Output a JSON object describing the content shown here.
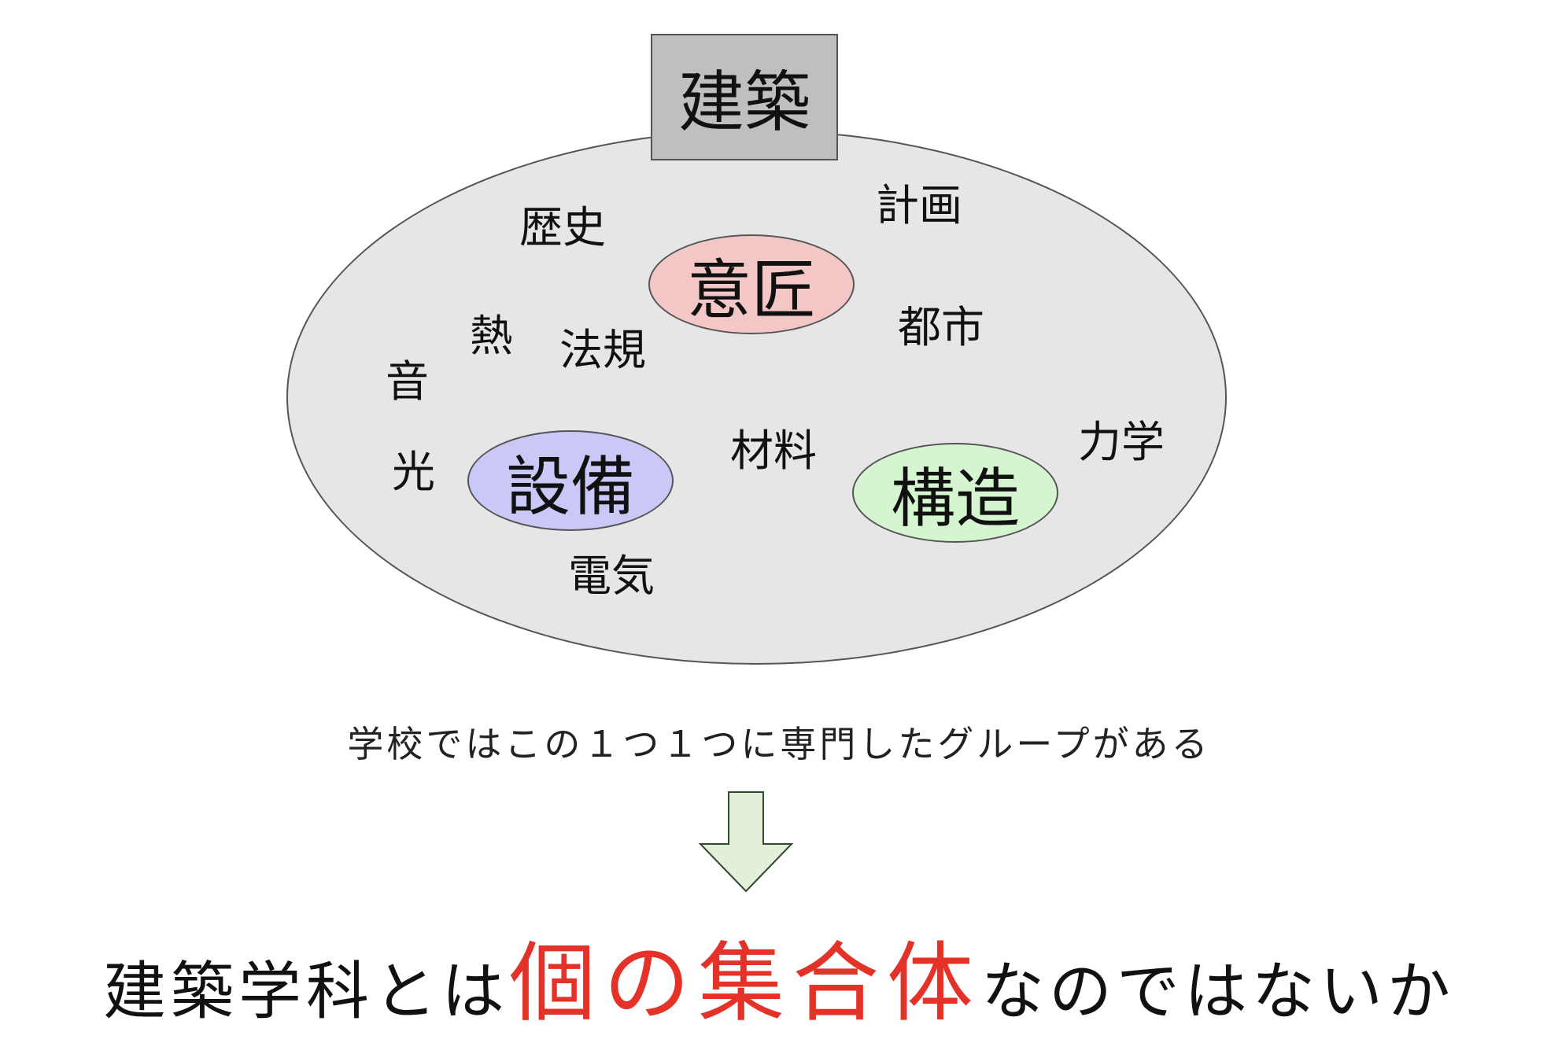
{
  "diagram": {
    "title": "建築",
    "core_groups": {
      "design": {
        "label": "意匠",
        "color": "#f4c7c7"
      },
      "equipment": {
        "label": "設備",
        "color": "#c9c8f7"
      },
      "structure": {
        "label": "構造",
        "color": "#d5f5d0"
      }
    },
    "topics": {
      "history": "歴史",
      "planning": "計画",
      "urban": "都市",
      "heat": "熱",
      "regulations": "法規",
      "sound": "音",
      "light": "光",
      "materials": "材料",
      "mechanics": "力学",
      "electricity": "電気"
    },
    "colors": {
      "outer_fill": "#e6e6e6",
      "title_fill": "#bfbfbf",
      "arrow_fill": "#e2efd9",
      "emphasis": "#e53228"
    }
  },
  "caption": "学校ではこの１つ１つに専門したグループがある",
  "conclusion": {
    "before": "建築学科とは",
    "emphasis": "個の集合体",
    "after": "なのではないか"
  }
}
